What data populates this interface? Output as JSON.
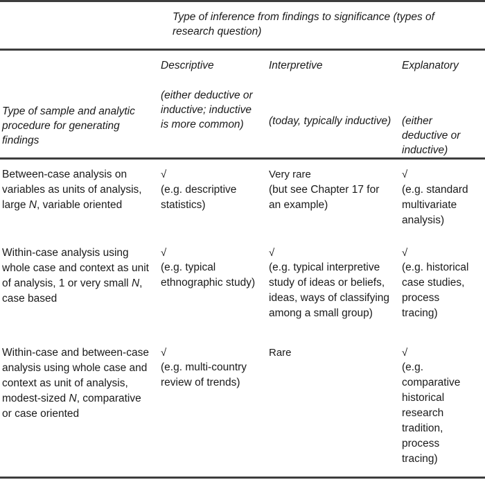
{
  "table": {
    "spanner": {
      "blank_stub": "",
      "title": "Type of inference from findings to significance (types of research question)"
    },
    "column_heads": [
      {
        "name": "Descriptive",
        "note": "(either deductive or inductive; inductive is more common)"
      },
      {
        "name": "Interpretive",
        "note": "(today, typically inductive)"
      },
      {
        "name": "Explanatory",
        "note": "(either deductive or inductive)"
      }
    ],
    "stub_head": "Type of sample and analytic procedure for generating findings",
    "check_glyph": "√",
    "rows": [
      {
        "stub_before_n": "Between-case analysis on variables as units of analysis, large ",
        "stub_italic_n": "N",
        "stub_after_n": ", variable oriented",
        "cells": [
          {
            "mark": "√",
            "note": "(e.g. descriptive statistics)"
          },
          {
            "mark": "Very rare",
            "note": "(but see Chapter 17 for an example)"
          },
          {
            "mark": "√",
            "note": "(e.g. standard multivariate analysis)"
          }
        ]
      },
      {
        "stub_before_n": "Within-case analysis using whole case and context as unit of analysis, 1 or very small ",
        "stub_italic_n": "N",
        "stub_after_n": ", case based",
        "cells": [
          {
            "mark": "√",
            "note": "(e.g. typical ethnographic study)"
          },
          {
            "mark": "√",
            "note": "(e.g. typical interpretive study of ideas or beliefs, ideas, ways of classifying among a small group)"
          },
          {
            "mark": "√",
            "note": "(e.g. historical case studies, process tracing)"
          }
        ]
      },
      {
        "stub_before_n": "Within-case and between-case analysis using whole case and context as unit of analysis, modest-sized ",
        "stub_italic_n": "N",
        "stub_after_n": ", comparative or case oriented",
        "cells": [
          {
            "mark": "√",
            "note": "(e.g. multi-country review of trends)"
          },
          {
            "mark": "Rare",
            "note": ""
          },
          {
            "mark": "√",
            "note": "(e.g. comparative historical research tradition, process tracing)"
          }
        ]
      }
    ]
  },
  "style": {
    "rule_color": "#3d3d3d",
    "text_color": "#1a1a1a",
    "background": "#ffffff"
  }
}
